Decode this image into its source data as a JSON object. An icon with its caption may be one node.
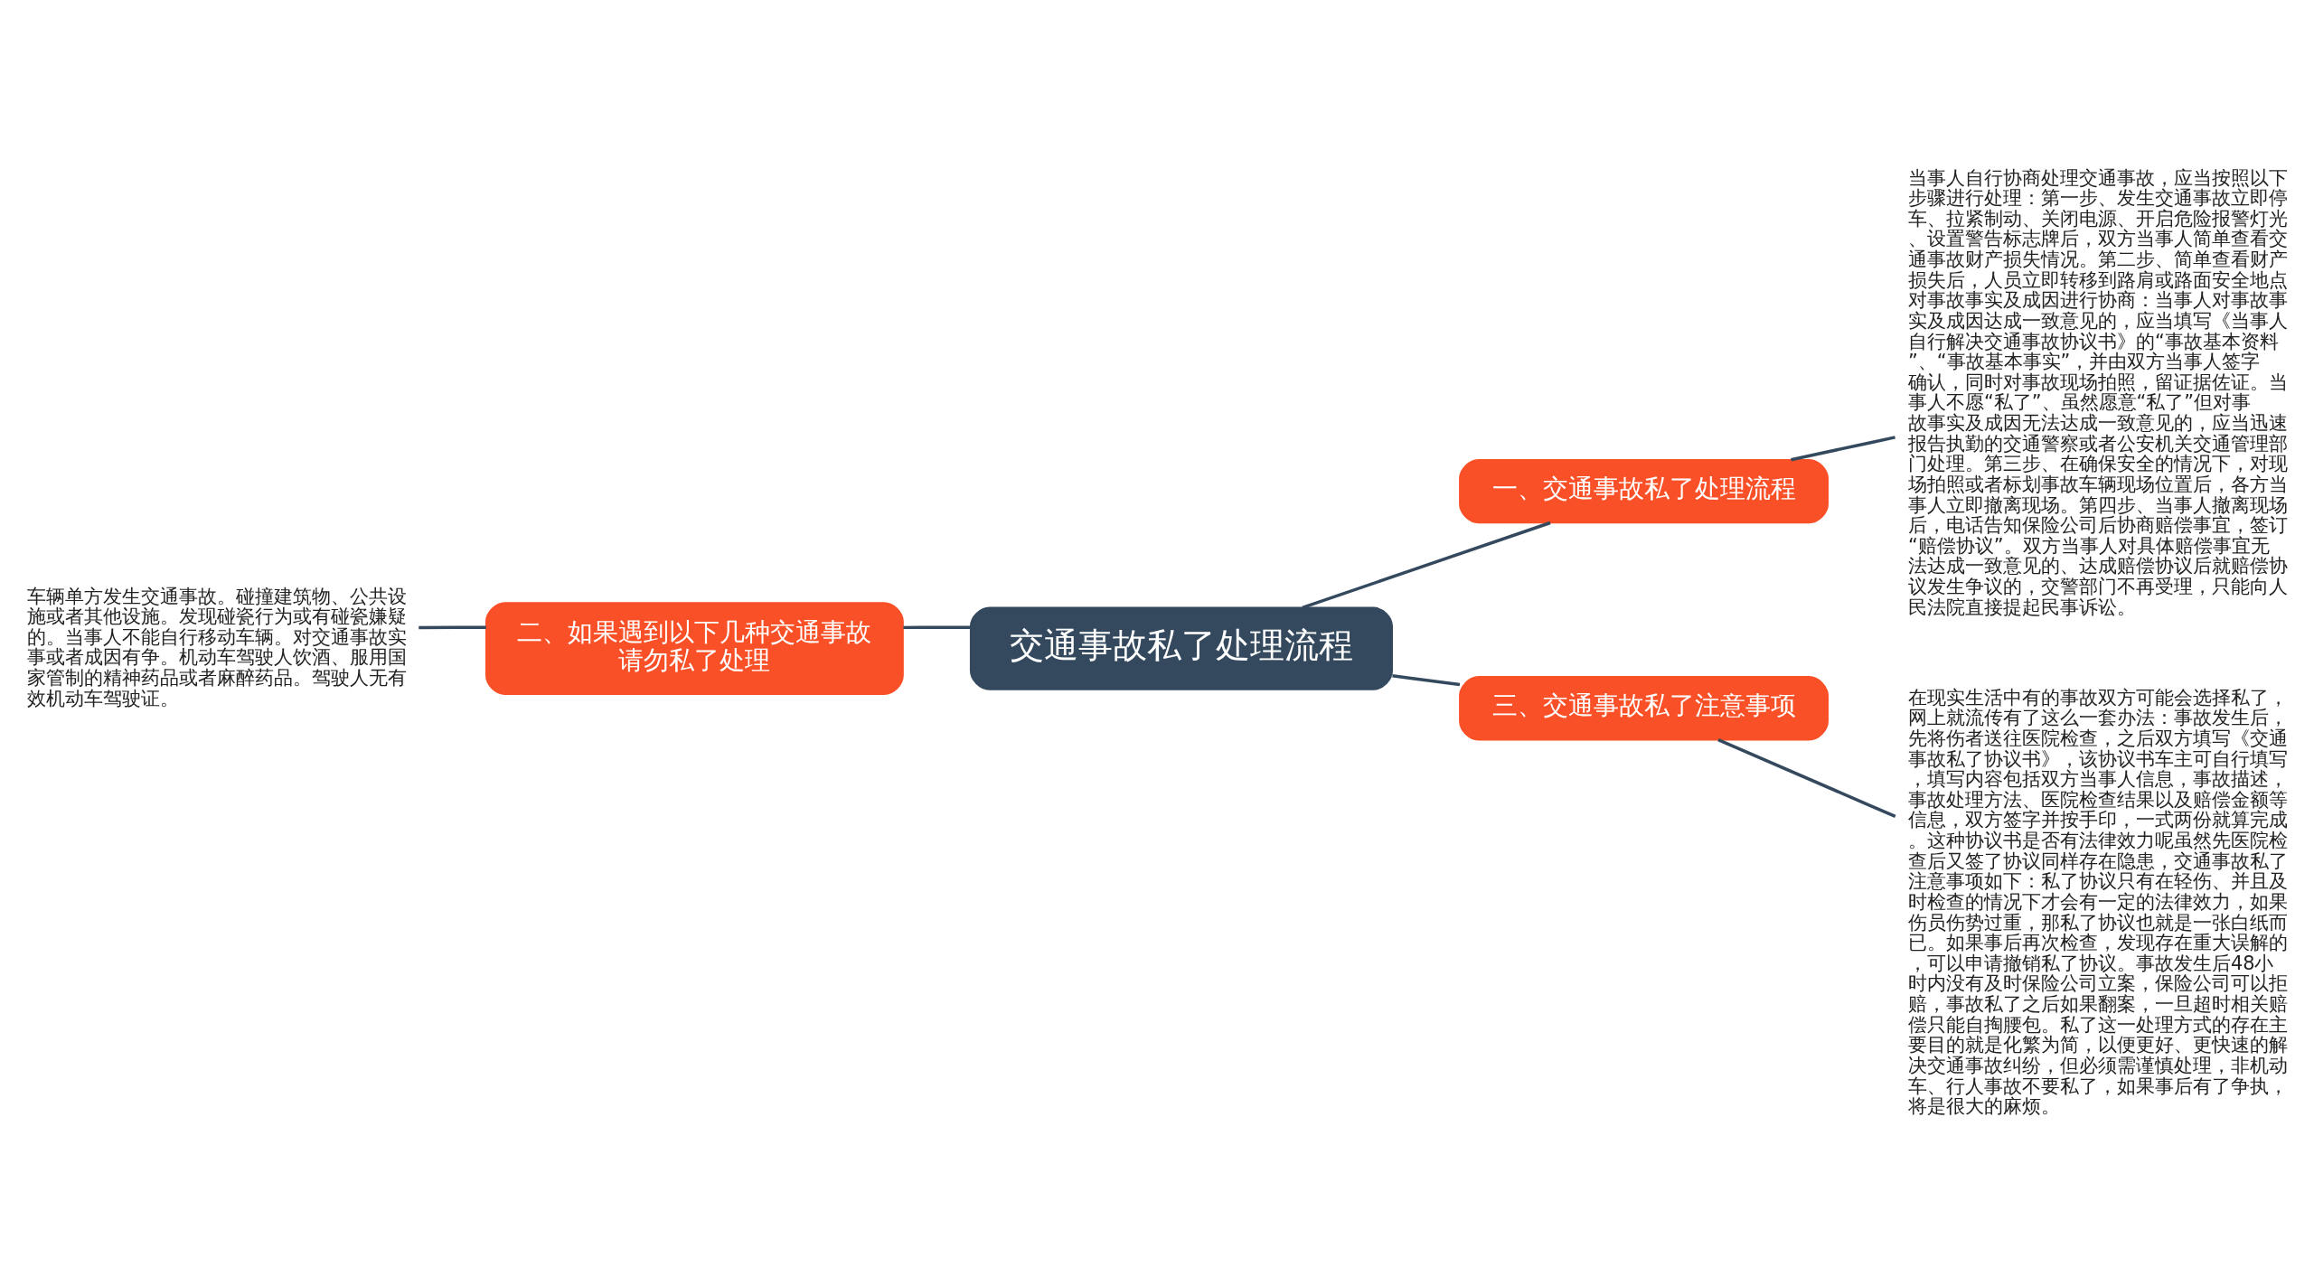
{
  "diagram": {
    "nodes": [
      {
        "text": [
          "交通事故私了处理流程"
        ]
      },
      {
        "text": [
          "一、交通事故私了处理流程"
        ]
      },
      {
        "text": [
          "当事人自行协商处理交通事故，应当按照以下步骤进行处理：第一步、发生交通事故立即停车、拉紧制动、关闭电源、开启危险报警灯光、设置警告标志牌后，双方当事人简单查看交通事故财产损失情况。第二步、简单查看财产损失后，人员立即转移到路肩或路面安全地点对事故事实及成因进行协商：当事人对事故事实及成因达成一致意见的，应当填写《当事人自行解决交通事故协议书》的“事故基本资料”、“事故基本事实”，并由双方当事人签字确认，同时对事故现场拍照，留证据佐证。当事人不愿“私了”、虽然愿意“私了”但对事故事实及成因无法达成一致意见的，应当迅速报告执勤的交通警察或者公安机关交通管理部门处理。第三步、在确保安全的情况下，对现场拍照或者标划事故车辆现场位置后，各方当事人立即撤离现场。第四步、当事人撤离现场后，电话告知保险公司后协商赔偿事宜，签订“赔偿协议”。双方当事人对具体赔偿事宜无法达成一致意见的、达成赔偿协议后就赔偿协议发生争议的，交警部门不再受理，只能向人民法院直接提起民事诉讼。"
        ]
      },
      {
        "text": [
          "二、如果遇到以下几种交通事故请勿私了处理"
        ]
      },
      {
        "text": [
          "车辆单方发生交通事故。碰撞建筑物、公共设施或者其他设施。发现碰瓷行为或有碰瓷嫌疑的。当事人不能自行移动车辆。对交通事故实事或者成因有争。机动车驾驶人饮酒、服用国家管制的精神药品或者麻醉药品。驾驶人无有效机动车驾驶证。"
        ]
      },
      {
        "text": [
          "三、交通事故私了注意事项"
        ]
      },
      {
        "text": [
          "在现实生活中有的事故双方可能会选择私了，网上就流传有了这么一套办法：事故发生后，先将伤者送往医院检查，之后双方填写《交通事故私了协议书》，该协议书车主可自行填写，填写内容包括双方当事人信息，事故描述，事故处理方法、医院检查结果以及赔偿金额等信息，双方签字并按手印，一式两份就算完成。这种协议书是否有法律效力呢虽然先医院检查后又签了协议同样存在隐患，交通事故私了注意事项如下：私了协议只有在轻伤、并且及时检查的情况下才会有一定的法律效力，如果伤员伤势过重，那私了协议也就是一张白纸而已。如果事后再次检查，发现存在重大误解的，可以申请撤销私了协议。事故发生后48小时内没有及时保险公司立案，保险公司可以拒赔，事故私了之后如果翻案，一旦超时相关赔偿只能自掏腰包。私了这一处理方式的存在主要目的就是化繁为简，以便更好、更快速的解决交通事故纠纷，但必须需谨慎处理，非机动车、行人事故不要私了，如果事后有了争执，将是很大的麻烦。"
        ]
      }
    ],
    "edges": [
      {
        "from": 0,
        "to": 1,
        "arrow": "none"
      },
      {
        "from": 1,
        "to": 2,
        "arrow": "none"
      },
      {
        "from": 0,
        "to": 3,
        "arrow": "none"
      },
      {
        "from": 3,
        "to": 4,
        "arrow": "none"
      },
      {
        "from": 0,
        "to": 5,
        "arrow": "none"
      },
      {
        "from": 5,
        "to": 6,
        "arrow": "none"
      }
    ]
  }
}
